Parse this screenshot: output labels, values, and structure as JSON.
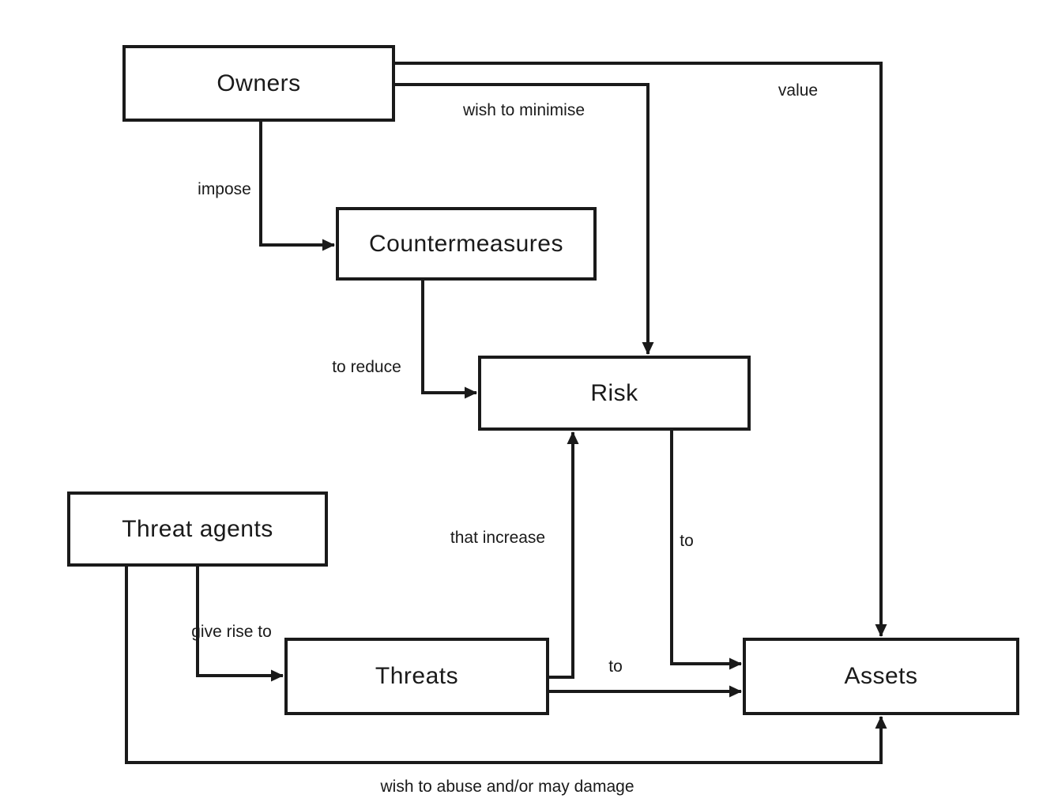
{
  "diagram": {
    "colors": {
      "background": "#ffffff",
      "stroke": "#1a1a1a",
      "text": "#1a1a1a"
    },
    "nodes": {
      "owners": {
        "label": "Owners"
      },
      "countermeasures": {
        "label": "Countermeasures"
      },
      "risk": {
        "label": "Risk"
      },
      "threat_agents": {
        "label": "Threat agents"
      },
      "threats": {
        "label": "Threats"
      },
      "assets": {
        "label": "Assets"
      }
    },
    "edges": {
      "value": {
        "label": "value",
        "from": "Owners",
        "to": "Assets"
      },
      "wish_to_minimise": {
        "label": "wish to minimise",
        "from": "Owners",
        "to": "Risk"
      },
      "impose": {
        "label": "impose",
        "from": "Owners",
        "to": "Countermeasures"
      },
      "to_reduce": {
        "label": "to reduce",
        "from": "Countermeasures",
        "to": "Risk"
      },
      "risk_to": {
        "label": "to",
        "from": "Risk",
        "to": "Assets"
      },
      "that_increase": {
        "label": "that increase",
        "from": "Threats",
        "to": "Risk"
      },
      "threats_to": {
        "label": "to",
        "from": "Threats",
        "to": "Assets"
      },
      "give_rise_to": {
        "label": "give rise to",
        "from": "Threat agents",
        "to": "Threats"
      },
      "wish_to_abuse": {
        "label": "wish to abuse and/or may damage",
        "from": "Threat agents",
        "to": "Assets"
      }
    }
  }
}
